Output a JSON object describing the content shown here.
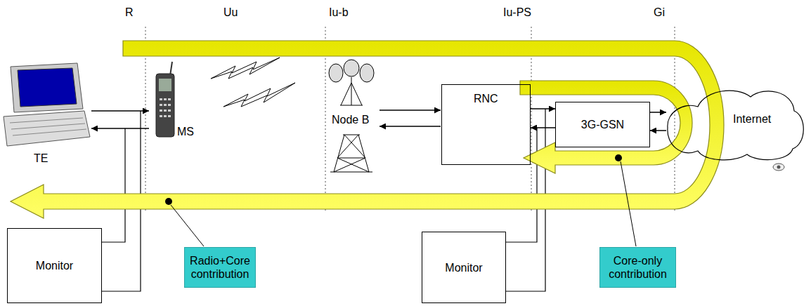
{
  "diagram": {
    "nodes": [
      {
        "text": [
          "RNC"
        ]
      },
      {
        "text": [
          "3G-GSN"
        ]
      },
      {
        "text": [
          "Internet"
        ]
      },
      {
        "text": [
          "Monitor"
        ]
      },
      {
        "text": [
          "Radio+Core contribution"
        ]
      },
      {
        "text": [
          "Monitor"
        ]
      },
      {
        "text": [
          "Core-only contribution"
        ]
      }
    ],
    "edges": [
      {
        "from": 0,
        "to": 1,
        "arrow": "to"
      },
      {
        "from": 1,
        "to": 0,
        "arrow": "to"
      },
      {
        "from": 1,
        "to": 2,
        "arrow": "to"
      },
      {
        "from": 2,
        "to": 1,
        "arrow": "to"
      }
    ],
    "labels": [
      "R",
      "Uu",
      "Iu-b",
      "Iu-PS",
      "Gi",
      "TE",
      "MS",
      "Node B"
    ]
  }
}
